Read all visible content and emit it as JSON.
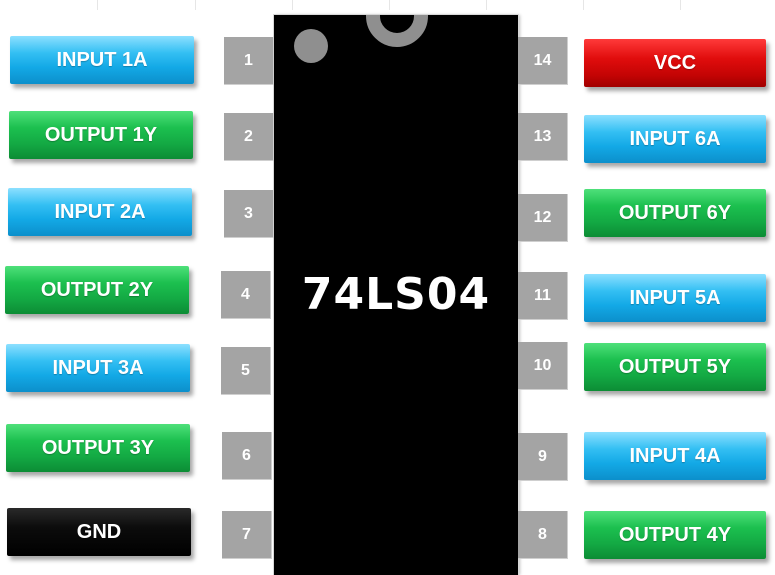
{
  "chip": {
    "part_number": "74LS04"
  },
  "colors": {
    "input": "#13a9e6",
    "output": "#13a843",
    "power": "#e10d0d",
    "ground": "#0c0c0c",
    "pin": "#a4a4a4",
    "chip_body": "#000000"
  },
  "left_pins": [
    {
      "number": "1",
      "label": "INPUT 1A",
      "kind": "input"
    },
    {
      "number": "2",
      "label": "OUTPUT 1Y",
      "kind": "output"
    },
    {
      "number": "3",
      "label": "INPUT 2A",
      "kind": "input"
    },
    {
      "number": "4",
      "label": "OUTPUT 2Y",
      "kind": "output"
    },
    {
      "number": "5",
      "label": "INPUT 3A",
      "kind": "input"
    },
    {
      "number": "6",
      "label": "OUTPUT 3Y",
      "kind": "output"
    },
    {
      "number": "7",
      "label": "GND",
      "kind": "ground"
    }
  ],
  "right_pins": [
    {
      "number": "14",
      "label": "VCC",
      "kind": "power"
    },
    {
      "number": "13",
      "label": "INPUT 6A",
      "kind": "input"
    },
    {
      "number": "12",
      "label": "OUTPUT 6Y",
      "kind": "output"
    },
    {
      "number": "11",
      "label": "INPUT 5A",
      "kind": "input"
    },
    {
      "number": "10",
      "label": "OUTPUT 5Y",
      "kind": "output"
    },
    {
      "number": "9",
      "label": "INPUT 4A",
      "kind": "input"
    },
    {
      "number": "8",
      "label": "OUTPUT 4Y",
      "kind": "output"
    }
  ]
}
